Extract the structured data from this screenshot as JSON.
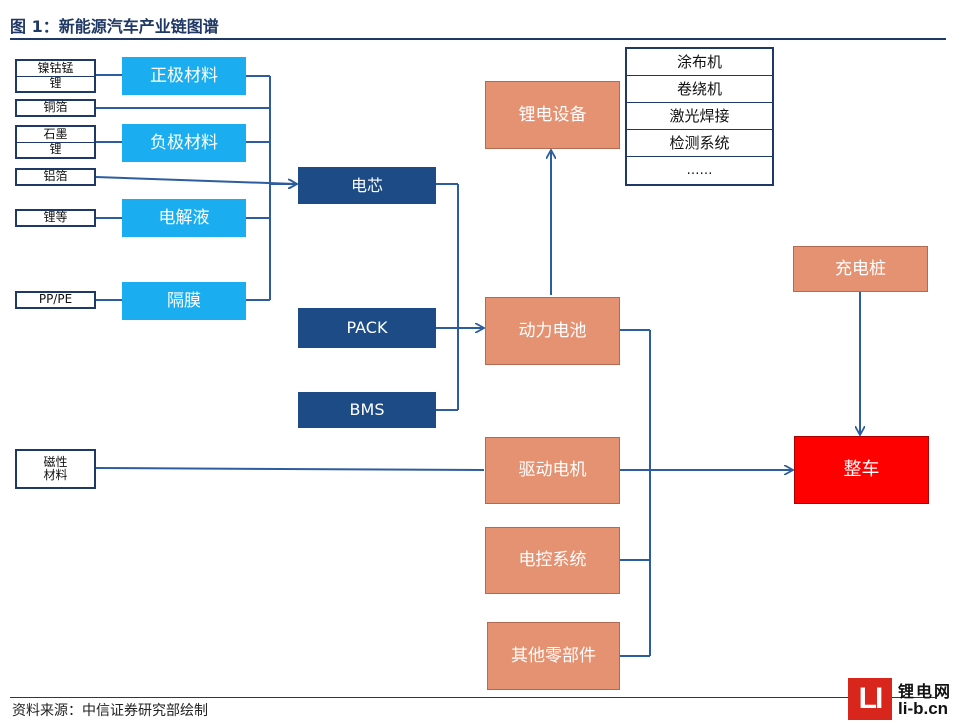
{
  "title": "图 1：新能源汽车产业链图谱",
  "source": "资料来源：中信证券研究部绘制",
  "raw": {
    "cathode_raw": [
      "镍钴锰",
      "锂"
    ],
    "copper_foil": "铜箔",
    "anode_raw": [
      "石墨",
      "锂"
    ],
    "aluminum_foil": "铝箔",
    "electrolyte_raw": "锂等",
    "separator_raw": "PP/PE",
    "magnetic": [
      "磁性",
      "材料"
    ]
  },
  "materials": {
    "cathode": "正极材料",
    "anode": "负极材料",
    "electrolyte": "电解液",
    "separator": "隔膜"
  },
  "components": {
    "cell": "电芯",
    "pack": "PACK",
    "bms": "BMS"
  },
  "nodes": {
    "equipment": "锂电设备",
    "battery": "动力电池",
    "motor": "驱动电机",
    "control": "电控系统",
    "parts": "其他零部件",
    "charger": "充电桩",
    "vehicle": "整车"
  },
  "equipment_list": [
    "涂布机",
    "卷绕机",
    "激光焊接",
    "检测系统",
    "……"
  ],
  "logo": {
    "cn": "锂电网",
    "url": "li-b.cn",
    "mark": "LI"
  },
  "colors": {
    "navy": "#1c4b86",
    "cyan": "#1aaef0",
    "salmon": "#e59272",
    "red": "#ff0000",
    "line": "#2e5d9f"
  }
}
